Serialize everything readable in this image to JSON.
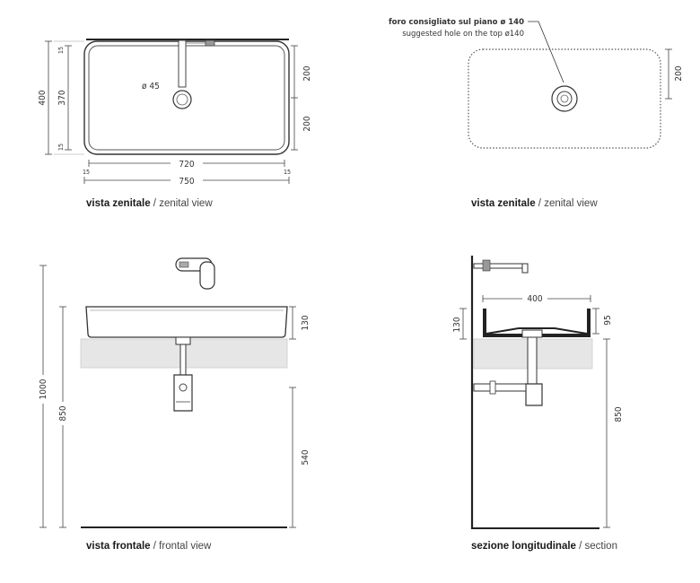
{
  "views": {
    "top": {
      "caption_bold": "vista zenitale",
      "caption_sep": " / ",
      "caption_normal": "zenital view",
      "dims": {
        "total_depth": "400",
        "inner_depth": "370",
        "rim_top": "15",
        "rim_bottom": "15",
        "half_upper": "200",
        "half_lower": "200",
        "drain_dia": "ø 45",
        "inner_width": "720",
        "total_width": "750",
        "rim_left": "15",
        "rim_right": "15"
      }
    },
    "top_hole": {
      "caption_bold": "vista zenitale",
      "caption_sep": " / ",
      "caption_normal": "zenital view",
      "note_it": "foro consigliato sul piano ø 140",
      "note_en": "suggested hole on the top ø140",
      "dims": {
        "half": "200"
      }
    },
    "front": {
      "caption_bold": "vista frontale",
      "caption_sep": " / ",
      "caption_normal": "frontal view",
      "dims": {
        "total_height": "1000",
        "counter_height": "850",
        "basin_height": "130",
        "floor_to_counter": "540"
      }
    },
    "section": {
      "caption_bold": "sezione longitudinale",
      "caption_sep": " / ",
      "caption_normal": "section",
      "dims": {
        "depth": "400",
        "basin_height": "130",
        "inner_height": "95",
        "counter_height": "850"
      }
    }
  }
}
